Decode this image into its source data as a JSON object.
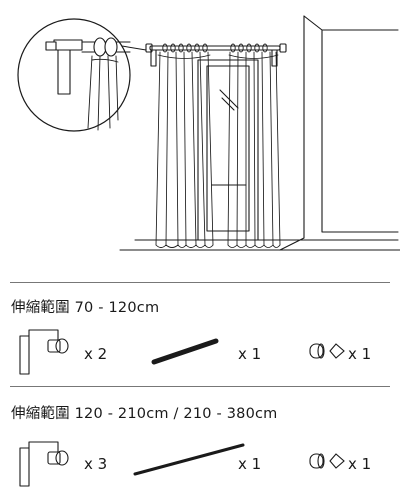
{
  "sections": [
    {
      "title": "伸縮範圍 70 - 120cm",
      "items": [
        {
          "icon": "bracket-icon",
          "qty": "x 2"
        },
        {
          "icon": "short-rod-icon",
          "qty": "x 1"
        },
        {
          "icon": "end-caps-icon",
          "qty": "x 1"
        }
      ]
    },
    {
      "title": "伸縮範圍 120 - 210cm / 210 - 380cm",
      "items": [
        {
          "icon": "bracket-icon",
          "qty": "x 3"
        },
        {
          "icon": "long-rod-icon",
          "qty": "x 1"
        },
        {
          "icon": "end-caps-icon",
          "qty": "x 1"
        }
      ]
    }
  ]
}
